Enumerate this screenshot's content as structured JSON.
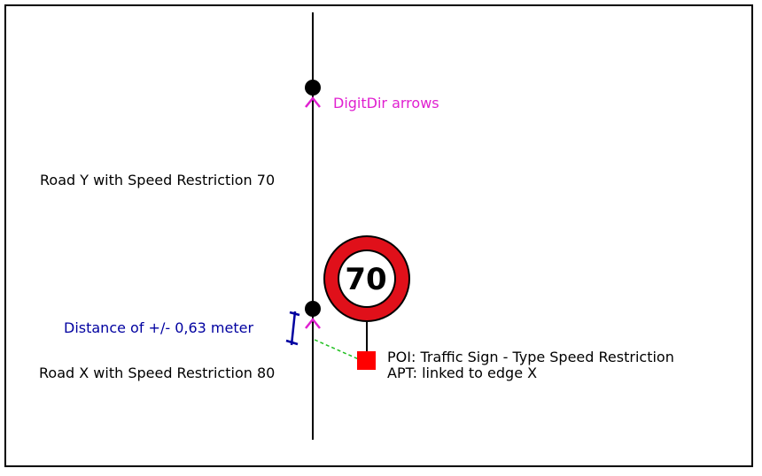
{
  "labels": {
    "road_y": "Road Y with Speed Restriction 70",
    "road_x": "Road X with Speed Restriction 80",
    "digitdir": "DigitDir arrows",
    "distance": "Distance of +/- 0,63 meter",
    "poi": "POI: Traffic Sign - Type Speed Restriction",
    "apt": "APT: linked to edge X"
  },
  "sign": {
    "speed": "70"
  },
  "colors": {
    "road": "#000000",
    "arrow": "#e020d0",
    "distance": "#0000a0",
    "sign_ring": "#e0101a",
    "poi_marker": "#ff0000",
    "link_line": "#20c020"
  }
}
